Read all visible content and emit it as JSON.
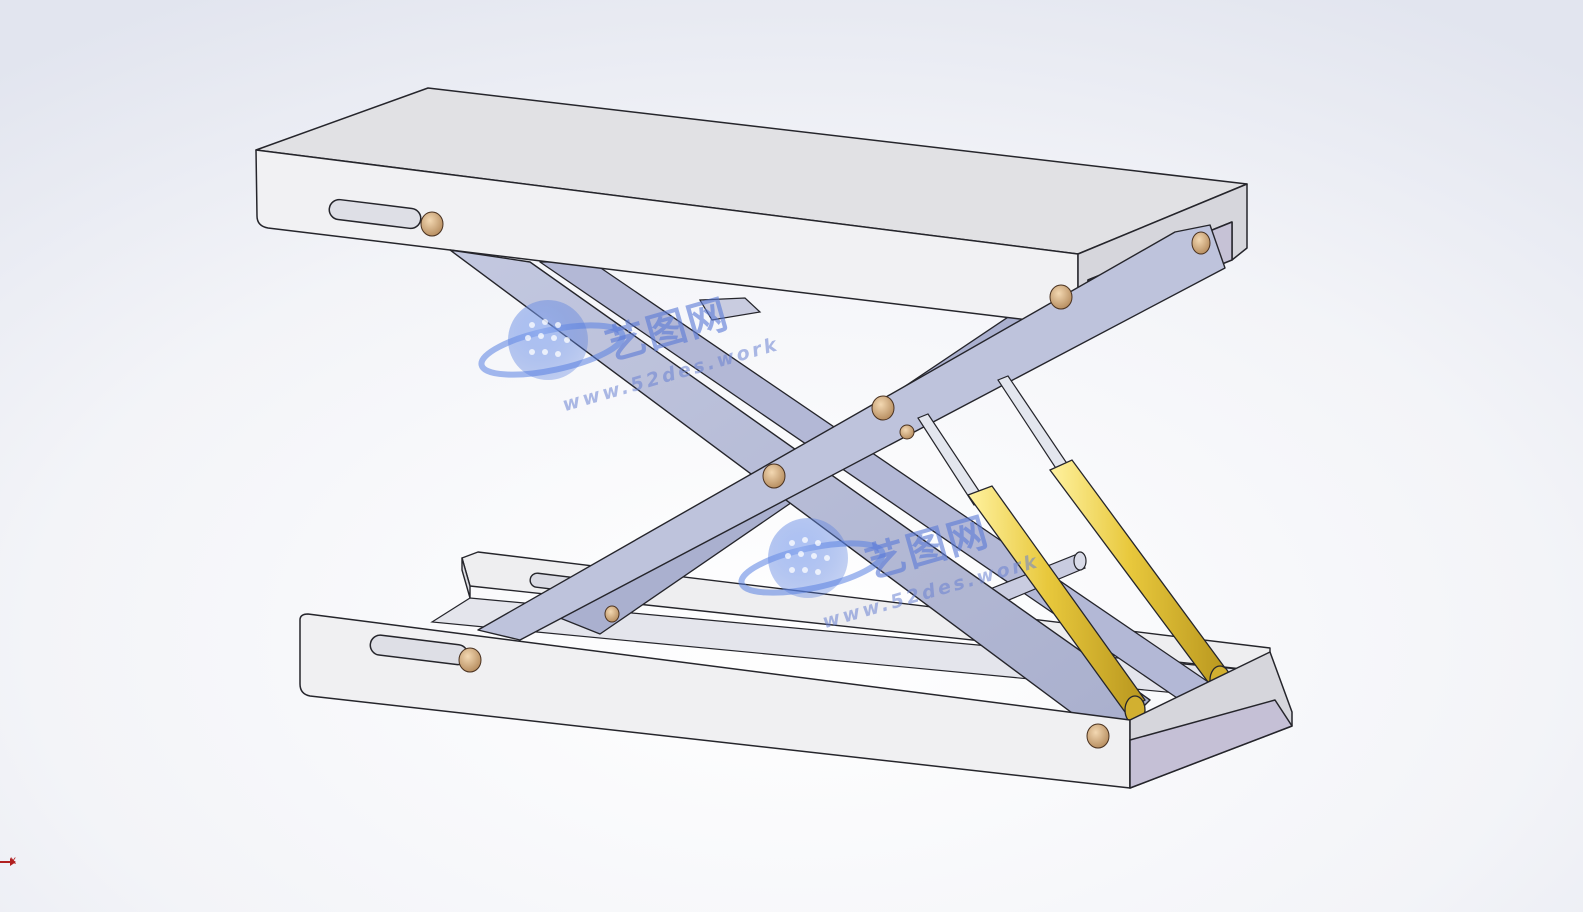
{
  "viewport": {
    "background_top": "#e6e8f0",
    "background_bottom": "#ffffff"
  },
  "watermark": {
    "cn_text": "艺图网",
    "url_text": "www.52des.work",
    "color": "#5c7ad6"
  },
  "triad": {
    "x_label": "X",
    "x_axis_color": "#b12020"
  },
  "model": {
    "part_colors": {
      "platform": "#eeeef0",
      "scissor_arm": "#b9bfd9",
      "pin": "#c9a47c",
      "cylinder": "#e3c33c",
      "rod": "#dfe2ec",
      "edge": "#25252b"
    }
  }
}
